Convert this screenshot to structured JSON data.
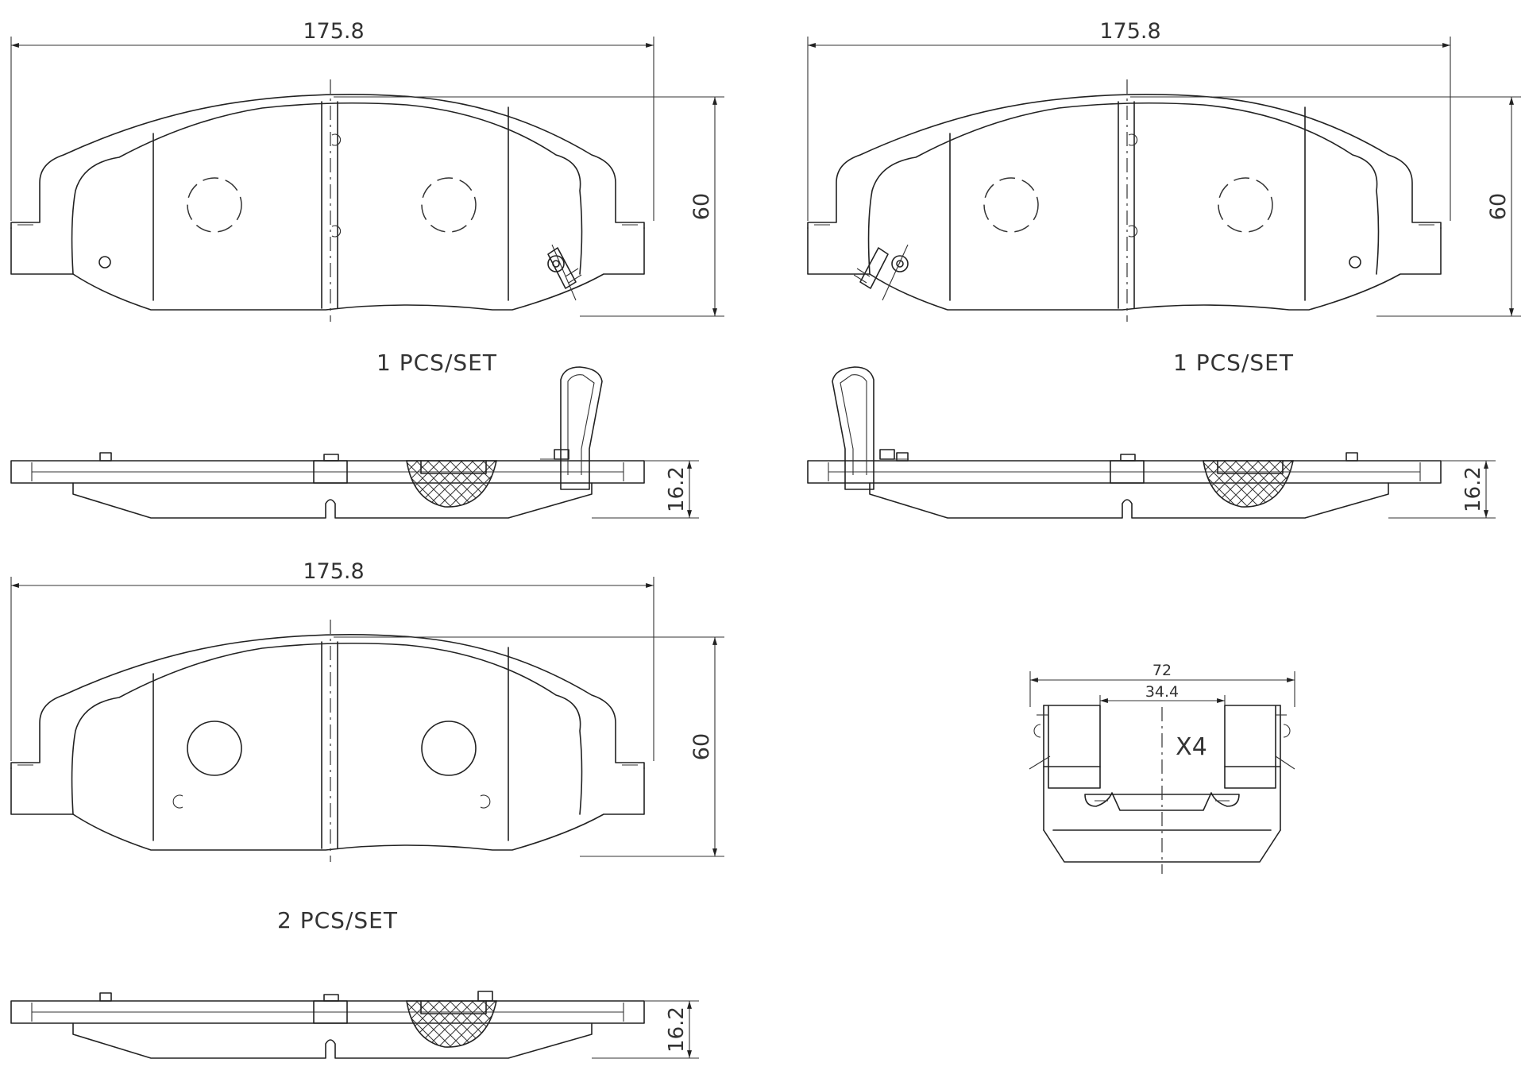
{
  "views": {
    "top_left": {
      "width_dim": "175.8",
      "height_dim": "60",
      "set_label": "1 PCS/SET",
      "thickness_dim": "16.2"
    },
    "top_right": {
      "width_dim": "175.8",
      "height_dim": "60",
      "set_label": "1 PCS/SET",
      "thickness_dim": "16.2"
    },
    "bottom_left": {
      "width_dim": "175.8",
      "height_dim": "60",
      "set_label": "2 PCS/SET",
      "thickness_dim": "16.2"
    }
  },
  "clip": {
    "outer_dim": "72",
    "inner_dim": "34.4",
    "quantity": "X4"
  },
  "colors": {
    "line": "#222222",
    "background": "#ffffff"
  }
}
